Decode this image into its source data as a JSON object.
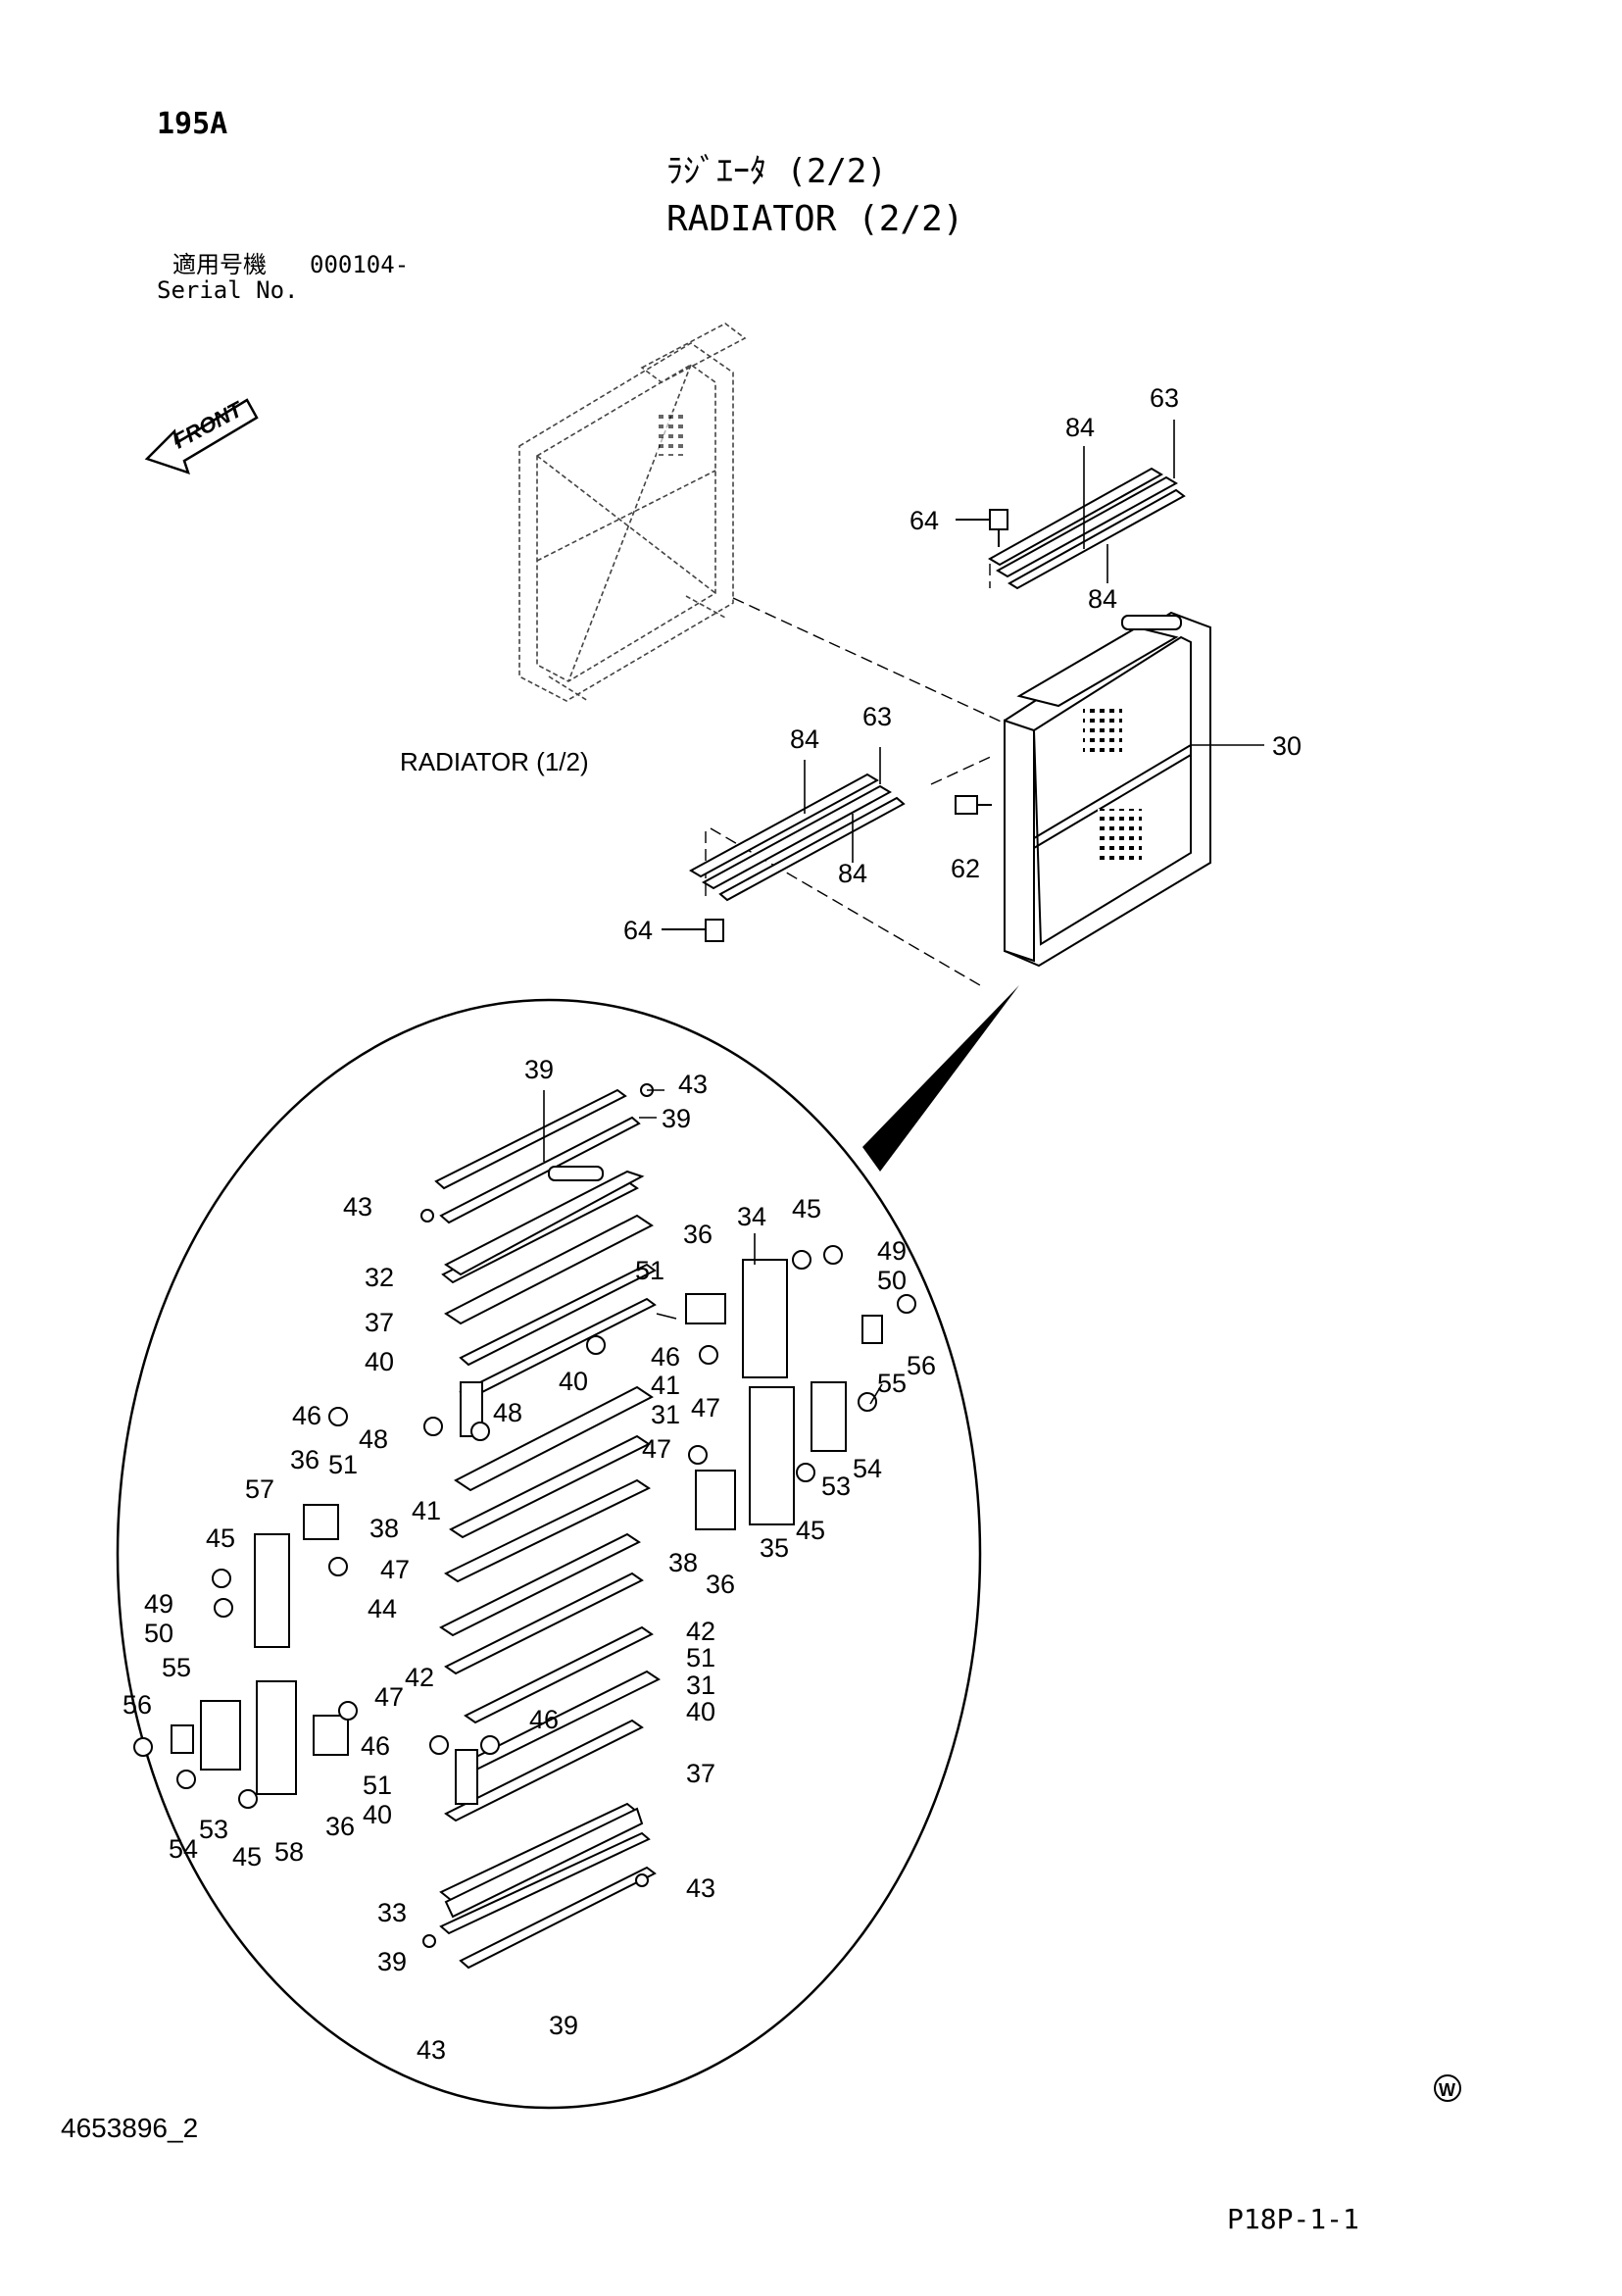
{
  "header": {
    "section_code": "195A",
    "title_jp": "ﾗｼﾞｴｰﾀ (2/2)",
    "title_en": "RADIATOR (2/2)",
    "serial_label_jp": "適用号機",
    "serial_value": "000104-",
    "serial_label_en": "Serial No."
  },
  "diagram": {
    "front_arrow_label": "FRONT",
    "reference_label": "RADIATOR (1/2)",
    "callouts": [
      {
        "id": "c1",
        "label": "63"
      },
      {
        "id": "c2",
        "label": "84"
      },
      {
        "id": "c3",
        "label": "64"
      },
      {
        "id": "c4",
        "label": "84"
      },
      {
        "id": "c5",
        "label": "30"
      },
      {
        "id": "c6",
        "label": "84"
      },
      {
        "id": "c7",
        "label": "63"
      },
      {
        "id": "c8",
        "label": "62"
      },
      {
        "id": "c9",
        "label": "84"
      },
      {
        "id": "c10",
        "label": "64"
      },
      {
        "id": "c11",
        "label": "39"
      },
      {
        "id": "c12",
        "label": "43"
      },
      {
        "id": "c13",
        "label": "39"
      },
      {
        "id": "c14",
        "label": "43"
      },
      {
        "id": "c15",
        "label": "34"
      },
      {
        "id": "c16",
        "label": "45"
      },
      {
        "id": "c17",
        "label": "49"
      },
      {
        "id": "c18",
        "label": "50"
      },
      {
        "id": "c19",
        "label": "36"
      },
      {
        "id": "c20",
        "label": "32"
      },
      {
        "id": "c21",
        "label": "51"
      },
      {
        "id": "c22",
        "label": "37"
      },
      {
        "id": "c23",
        "label": "46"
      },
      {
        "id": "c24",
        "label": "40"
      },
      {
        "id": "c25",
        "label": "40"
      },
      {
        "id": "c26",
        "label": "41"
      },
      {
        "id": "c27",
        "label": "56"
      },
      {
        "id": "c28",
        "label": "55"
      },
      {
        "id": "c29",
        "label": "46"
      },
      {
        "id": "c30",
        "label": "48"
      },
      {
        "id": "c31",
        "label": "31"
      },
      {
        "id": "c32",
        "label": "47"
      },
      {
        "id": "c33",
        "label": "48"
      },
      {
        "id": "c34",
        "label": "54"
      },
      {
        "id": "c35",
        "label": "51"
      },
      {
        "id": "c36",
        "label": "36"
      },
      {
        "id": "c37",
        "label": "47"
      },
      {
        "id": "c38",
        "label": "53"
      },
      {
        "id": "c39",
        "label": "57"
      },
      {
        "id": "c40",
        "label": "41"
      },
      {
        "id": "c41",
        "label": "45"
      },
      {
        "id": "c42",
        "label": "38"
      },
      {
        "id": "c43",
        "label": "35"
      },
      {
        "id": "c44",
        "label": "45"
      },
      {
        "id": "c45",
        "label": "47"
      },
      {
        "id": "c46",
        "label": "38"
      },
      {
        "id": "c47",
        "label": "36"
      },
      {
        "id": "c48",
        "label": "49"
      },
      {
        "id": "c49",
        "label": "44"
      },
      {
        "id": "c50",
        "label": "50"
      },
      {
        "id": "c51",
        "label": "42"
      },
      {
        "id": "c52",
        "label": "51"
      },
      {
        "id": "c53",
        "label": "55"
      },
      {
        "id": "c54",
        "label": "42"
      },
      {
        "id": "c55",
        "label": "31"
      },
      {
        "id": "c56",
        "label": "56"
      },
      {
        "id": "c57",
        "label": "47"
      },
      {
        "id": "c58",
        "label": "40"
      },
      {
        "id": "c59",
        "label": "46"
      },
      {
        "id": "c60",
        "label": "46"
      },
      {
        "id": "c61",
        "label": "51"
      },
      {
        "id": "c62",
        "label": "37"
      },
      {
        "id": "c63",
        "label": "40"
      },
      {
        "id": "c64",
        "label": "54"
      },
      {
        "id": "c65",
        "label": "53"
      },
      {
        "id": "c66",
        "label": "36"
      },
      {
        "id": "c67",
        "label": "45"
      },
      {
        "id": "c68",
        "label": "58"
      },
      {
        "id": "c69",
        "label": "33"
      },
      {
        "id": "c70",
        "label": "43"
      },
      {
        "id": "c71",
        "label": "39"
      },
      {
        "id": "c72",
        "label": "39"
      },
      {
        "id": "c73",
        "label": "43"
      }
    ]
  },
  "footer": {
    "drawing_number": "4653896_2",
    "page_code": "P18P-1-1",
    "maker_mark": "W"
  },
  "colors": {
    "ink": "#000000",
    "paper": "#ffffff"
  }
}
